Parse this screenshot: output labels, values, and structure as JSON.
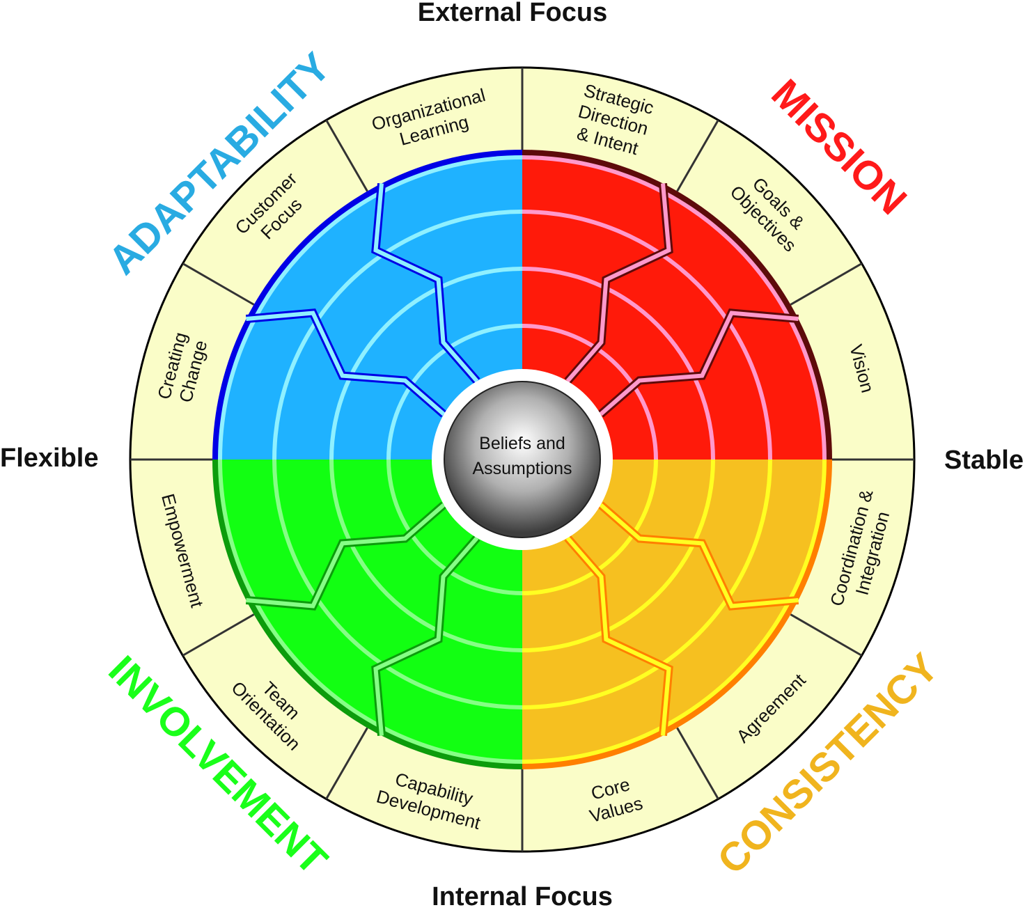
{
  "axes": {
    "top": "External Focus",
    "bottom": "Internal Focus",
    "left": "Flexible",
    "right": "Stable"
  },
  "traits": {
    "adaptability": {
      "name": "ADAPTABILITY",
      "color": "#29abe2"
    },
    "mission": {
      "name": "MISSION",
      "color": "#ff1a1a"
    },
    "involvement": {
      "name": "INVOLVEMENT",
      "color": "#1aff1a"
    },
    "consistency": {
      "name": "CONSISTENCY",
      "color": "#f0b41e"
    }
  },
  "quadrant_colors": {
    "adaptability": {
      "fill": "#1fb2ff",
      "dark": "#0000e6",
      "light": "#8ff0ff"
    },
    "mission": {
      "fill": "#ff1a0a",
      "dark": "#5e0a0a",
      "light": "#ff99cc"
    },
    "involvement": {
      "fill": "#12ff12",
      "dark": "#0c9c0c",
      "light": "#86ff86"
    },
    "consistency": {
      "fill": "#f6c020",
      "dark": "#ff7f00",
      "light": "#ffff22"
    }
  },
  "outer_ring_fill": "#fafdc8",
  "indices": {
    "organizational_learning": [
      "Organizational",
      "Learning"
    ],
    "strategic_direction": [
      "Strategic",
      "Direction",
      "& Intent"
    ],
    "goals_objectives": [
      "Goals &",
      "Objectives"
    ],
    "vision": [
      "Vision"
    ],
    "coordination_integration": [
      "Coordination &",
      "Integration"
    ],
    "agreement": [
      "Agreement"
    ],
    "core_values": [
      "Core",
      "Values"
    ],
    "capability_development": [
      "Capability",
      "Development"
    ],
    "team_orientation": [
      "Team",
      "Orientation"
    ],
    "empowerment": [
      "Empowerment"
    ],
    "creating_change": [
      "Creating",
      "Change"
    ],
    "customer_focus": [
      "Customer",
      "Focus"
    ]
  },
  "center": [
    "Beliefs and",
    "Assumptions"
  ]
}
